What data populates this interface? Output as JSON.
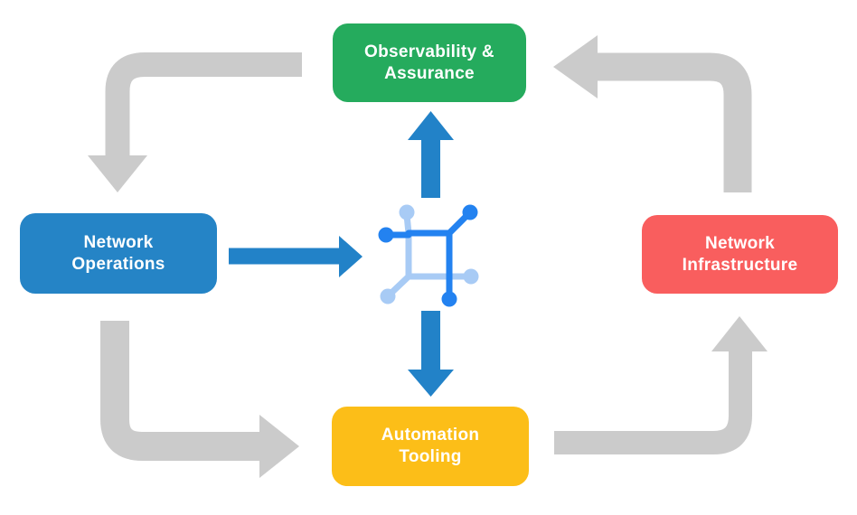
{
  "diagram_name": "network-automation-cycle",
  "nodes": {
    "observability_assurance": {
      "line1": "Observability &",
      "line2": "Assurance",
      "color": "#25AB5D"
    },
    "network_operations": {
      "line1": "Network",
      "line2": "Operations",
      "color": "#2584C6"
    },
    "network_infrastructure": {
      "line1": "Network",
      "line2": "Infrastructure",
      "color": "#F95E5E"
    },
    "automation_tooling": {
      "line1": "Automation",
      "line2": "Tooling",
      "color": "#FCBE18"
    }
  },
  "colors": {
    "background": "#FFFFFF",
    "cycle_arrow_gray": "#CBCBCB",
    "flow_arrow_blue": "#2282C8",
    "icon_dark_blue": "#2382F0",
    "icon_light_blue": "#A8CBF5",
    "node_text": "#FFFFFF"
  },
  "icons": {
    "center": "network-chip-icon"
  }
}
